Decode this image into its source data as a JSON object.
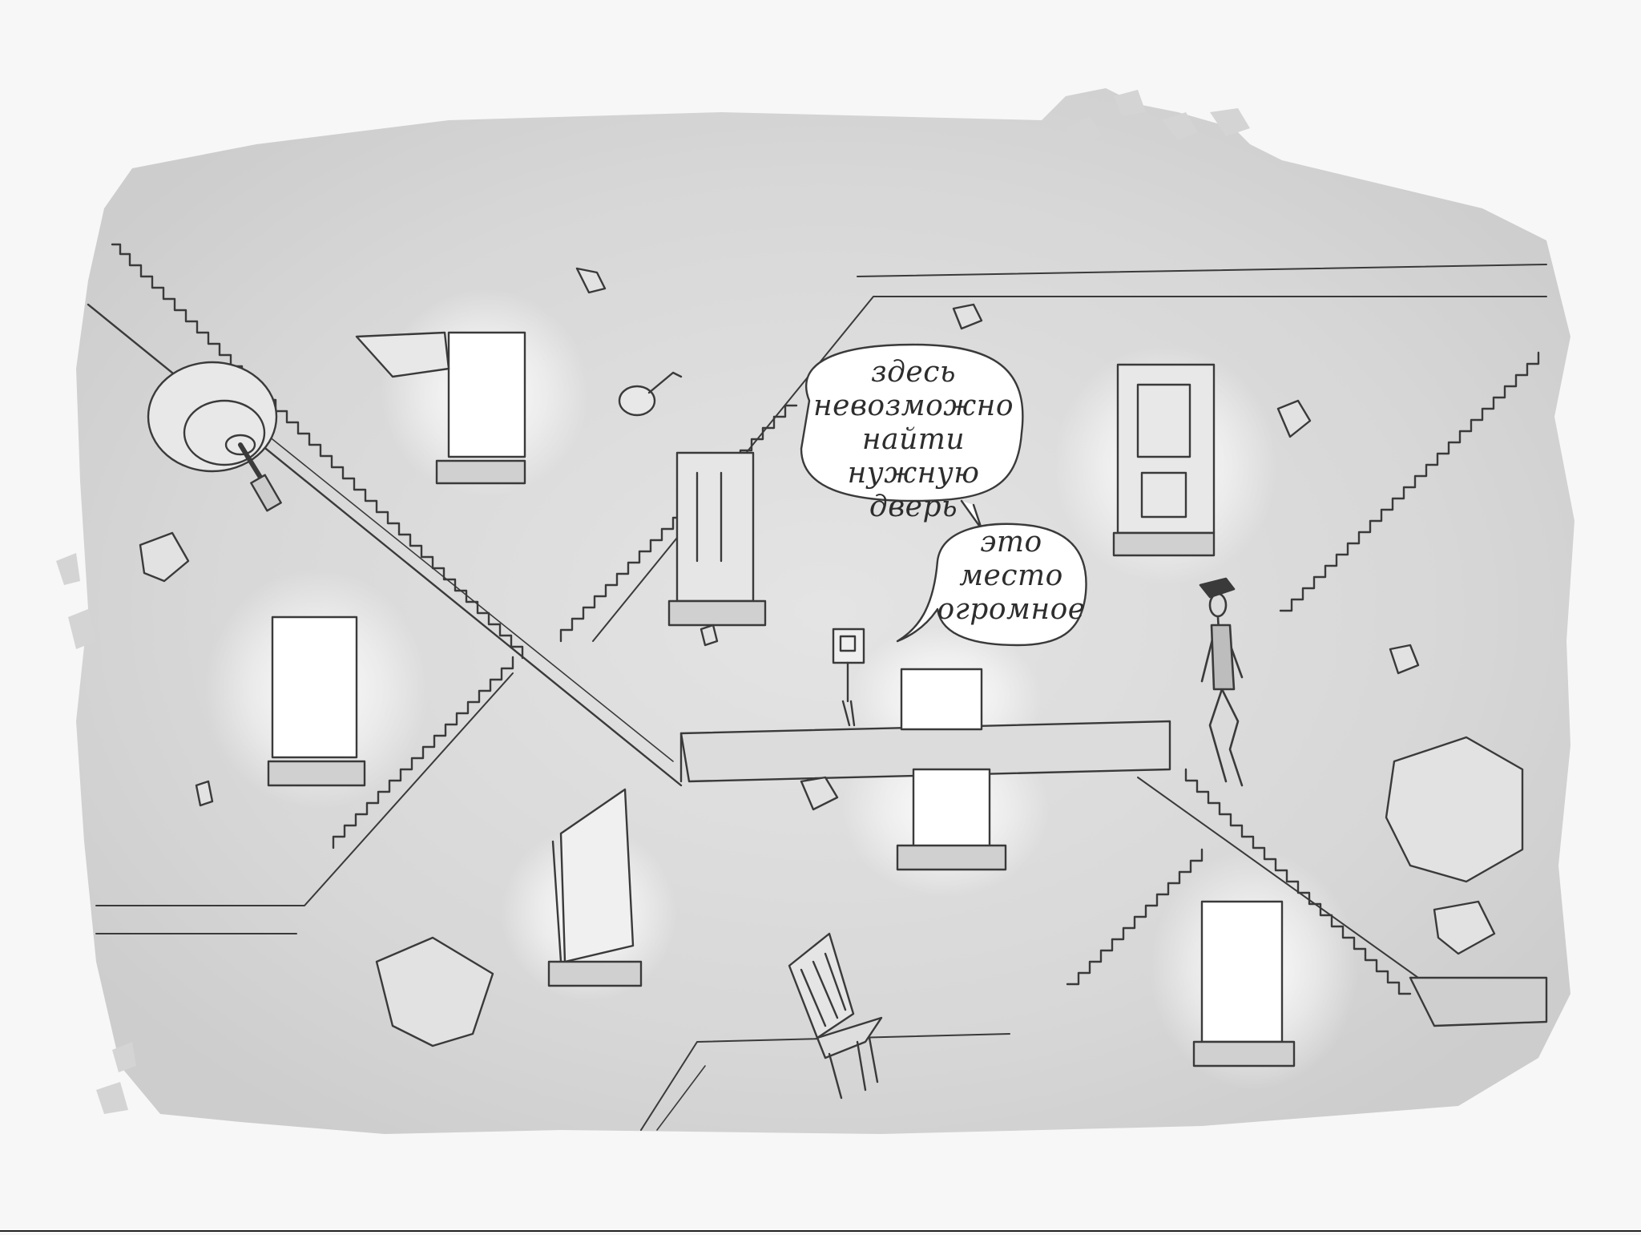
{
  "scene": {
    "colors": {
      "background": "#f7f7f7",
      "wall": "#d9d9d9",
      "sketch": "#3a3a3a",
      "glow": "#ffffff"
    },
    "speech_bubbles": [
      {
        "lines": [
          "здесь",
          "невозможно",
          "найти нужную",
          "дверь"
        ]
      },
      {
        "lines": [
          "это",
          "место",
          "огромное"
        ]
      }
    ],
    "characters": [
      "man-in-hat",
      "small-box-head-figure"
    ],
    "objects": [
      "ceiling-lamp",
      "chair",
      "doors",
      "windows",
      "staircases",
      "floating-rocks"
    ]
  }
}
